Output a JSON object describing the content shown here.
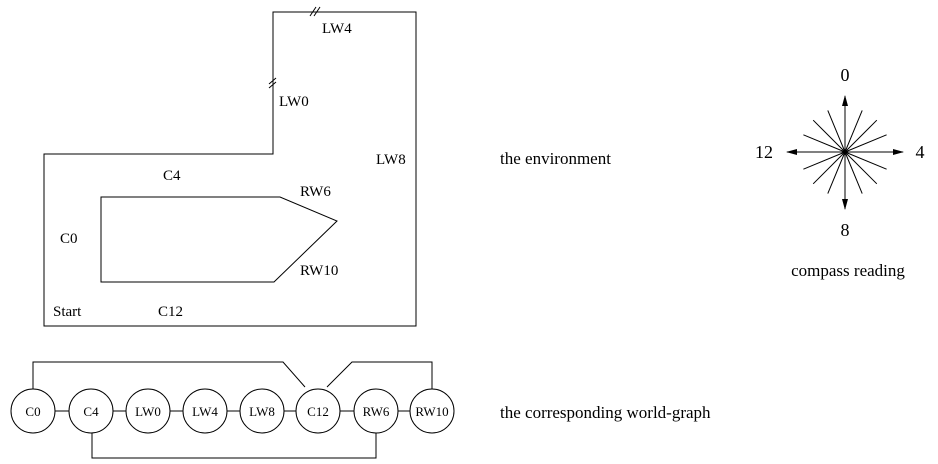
{
  "environment": {
    "labels": {
      "lw4": "LW4",
      "lw0": "LW0",
      "lw8": "LW8",
      "c4": "C4",
      "rw6": "RW6",
      "c0": "C0",
      "rw10": "RW10",
      "start": "Start",
      "c12": "C12"
    },
    "caption": "the environment"
  },
  "compass": {
    "n0": "0",
    "n4": "4",
    "n8": "8",
    "n12": "12",
    "caption": "compass reading"
  },
  "graph": {
    "nodes": [
      "C0",
      "C4",
      "LW0",
      "LW4",
      "LW8",
      "C12",
      "RW6",
      "RW10"
    ],
    "caption": "the corresponding world-graph"
  }
}
